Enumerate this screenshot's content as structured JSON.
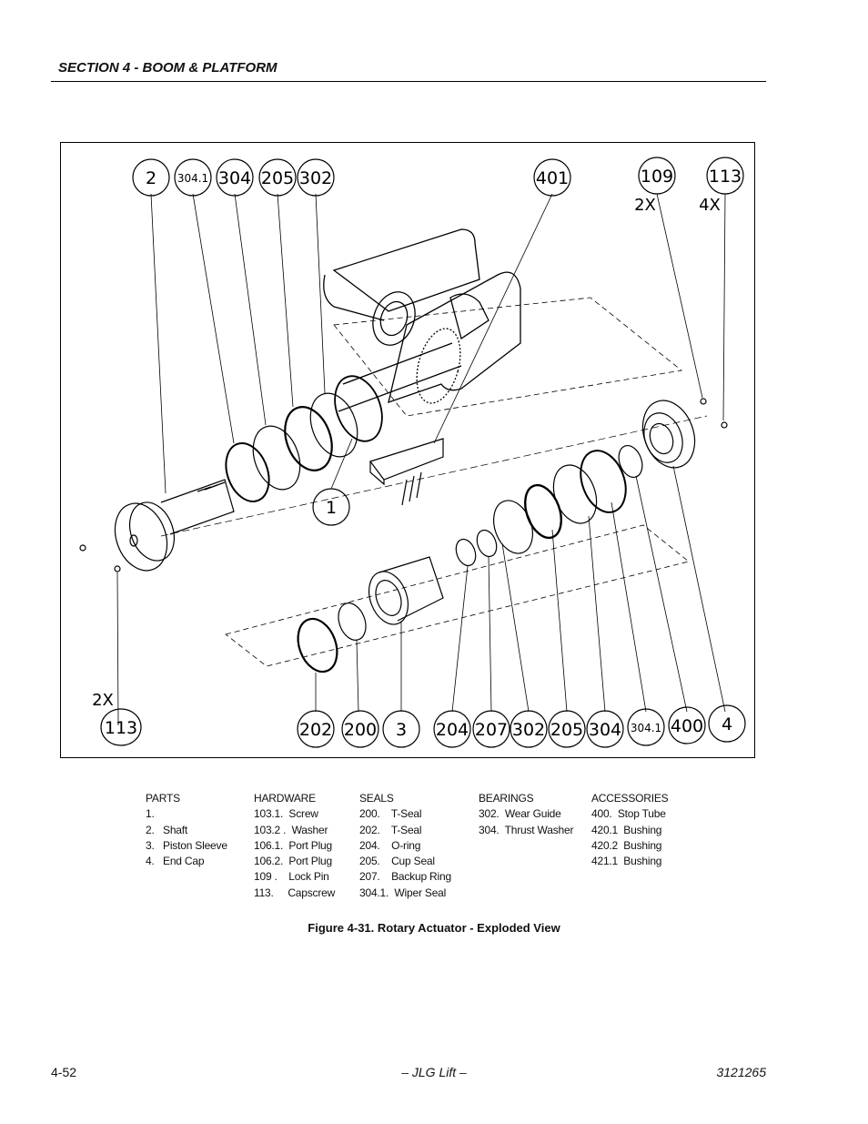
{
  "header": {
    "section_title": "SECTION 4 - BOOM & PLATFORM"
  },
  "figure": {
    "callouts": {
      "top": [
        "2",
        "304.1",
        "304",
        "205",
        "302",
        "401",
        "109",
        "113"
      ],
      "top_qty": {
        "109": "2X",
        "113": "4X"
      },
      "mid": [
        "1"
      ],
      "bottom": [
        "113",
        "202",
        "200",
        "3",
        "204",
        "207",
        "302",
        "205",
        "304",
        "304.1",
        "400",
        "4"
      ],
      "bottom_qty": {
        "113": "2X"
      }
    },
    "caption": "Figure 4-31.  Rotary Actuator - Exploded View"
  },
  "legend": {
    "parts": {
      "heading": "PARTS",
      "items": [
        "1.",
        "2.   Shaft",
        "3.   Piston Sleeve",
        "4.   End Cap"
      ]
    },
    "hardware": {
      "heading": "HARDWARE",
      "items": [
        "103.1.  Screw",
        "103.2 .  Washer",
        "106.1.  Port Plug",
        "106.2.  Port Plug",
        "109 .    Lock Pin",
        "113.     Capscrew"
      ]
    },
    "seals": {
      "heading": "SEALS",
      "items": [
        "200.    T-Seal",
        "202.    T-Seal",
        "204.    O-ring",
        "205.    Cup Seal",
        "207.    Backup Ring",
        "304.1.  Wiper Seal"
      ]
    },
    "bearings": {
      "heading": "BEARINGS",
      "items": [
        "302.  Wear Guide",
        "304.  Thrust Washer"
      ]
    },
    "accessories": {
      "heading": "ACCESSORIES",
      "items": [
        "400.  Stop Tube",
        "420.1  Bushing",
        "420.2  Bushing",
        "421.1  Bushing"
      ]
    }
  },
  "footer": {
    "page_number": "4-52",
    "publisher": "– JLG Lift –",
    "doc_number": "3121265"
  }
}
